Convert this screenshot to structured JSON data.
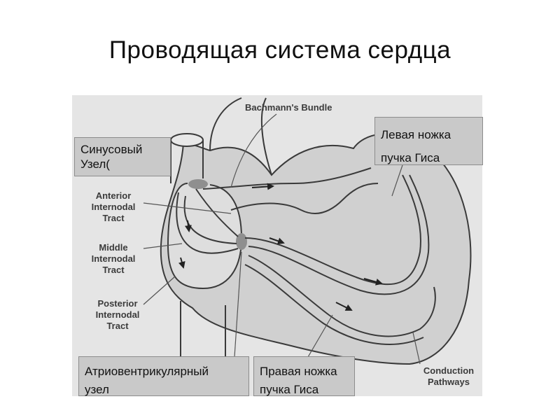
{
  "title": "Проводящая система сердца",
  "diagram_labels": {
    "bachmann": "Bachmann's Bundle",
    "anterior_1": "Anterior",
    "anterior_2": "Internodal",
    "anterior_3": "Tract",
    "middle_1": "Middle",
    "middle_2": "Internodal",
    "middle_3": "Tract",
    "posterior_1": "Posterior",
    "posterior_2": "Internodal",
    "posterior_3": "Tract",
    "conduction_1": "Conduction",
    "conduction_2": "Pathways"
  },
  "callouts": {
    "sa_node_1": "Синусовый",
    "sa_node_2": "Узел(",
    "left_bundle_1": "Левая ножка",
    "left_bundle_2": "пучка Гиса",
    "av_node_1": "Атриовентрикулярный",
    "av_node_2": "узел",
    "right_bundle_1": "Правая ножка",
    "right_bundle_2": "пучка Гиса"
  }
}
